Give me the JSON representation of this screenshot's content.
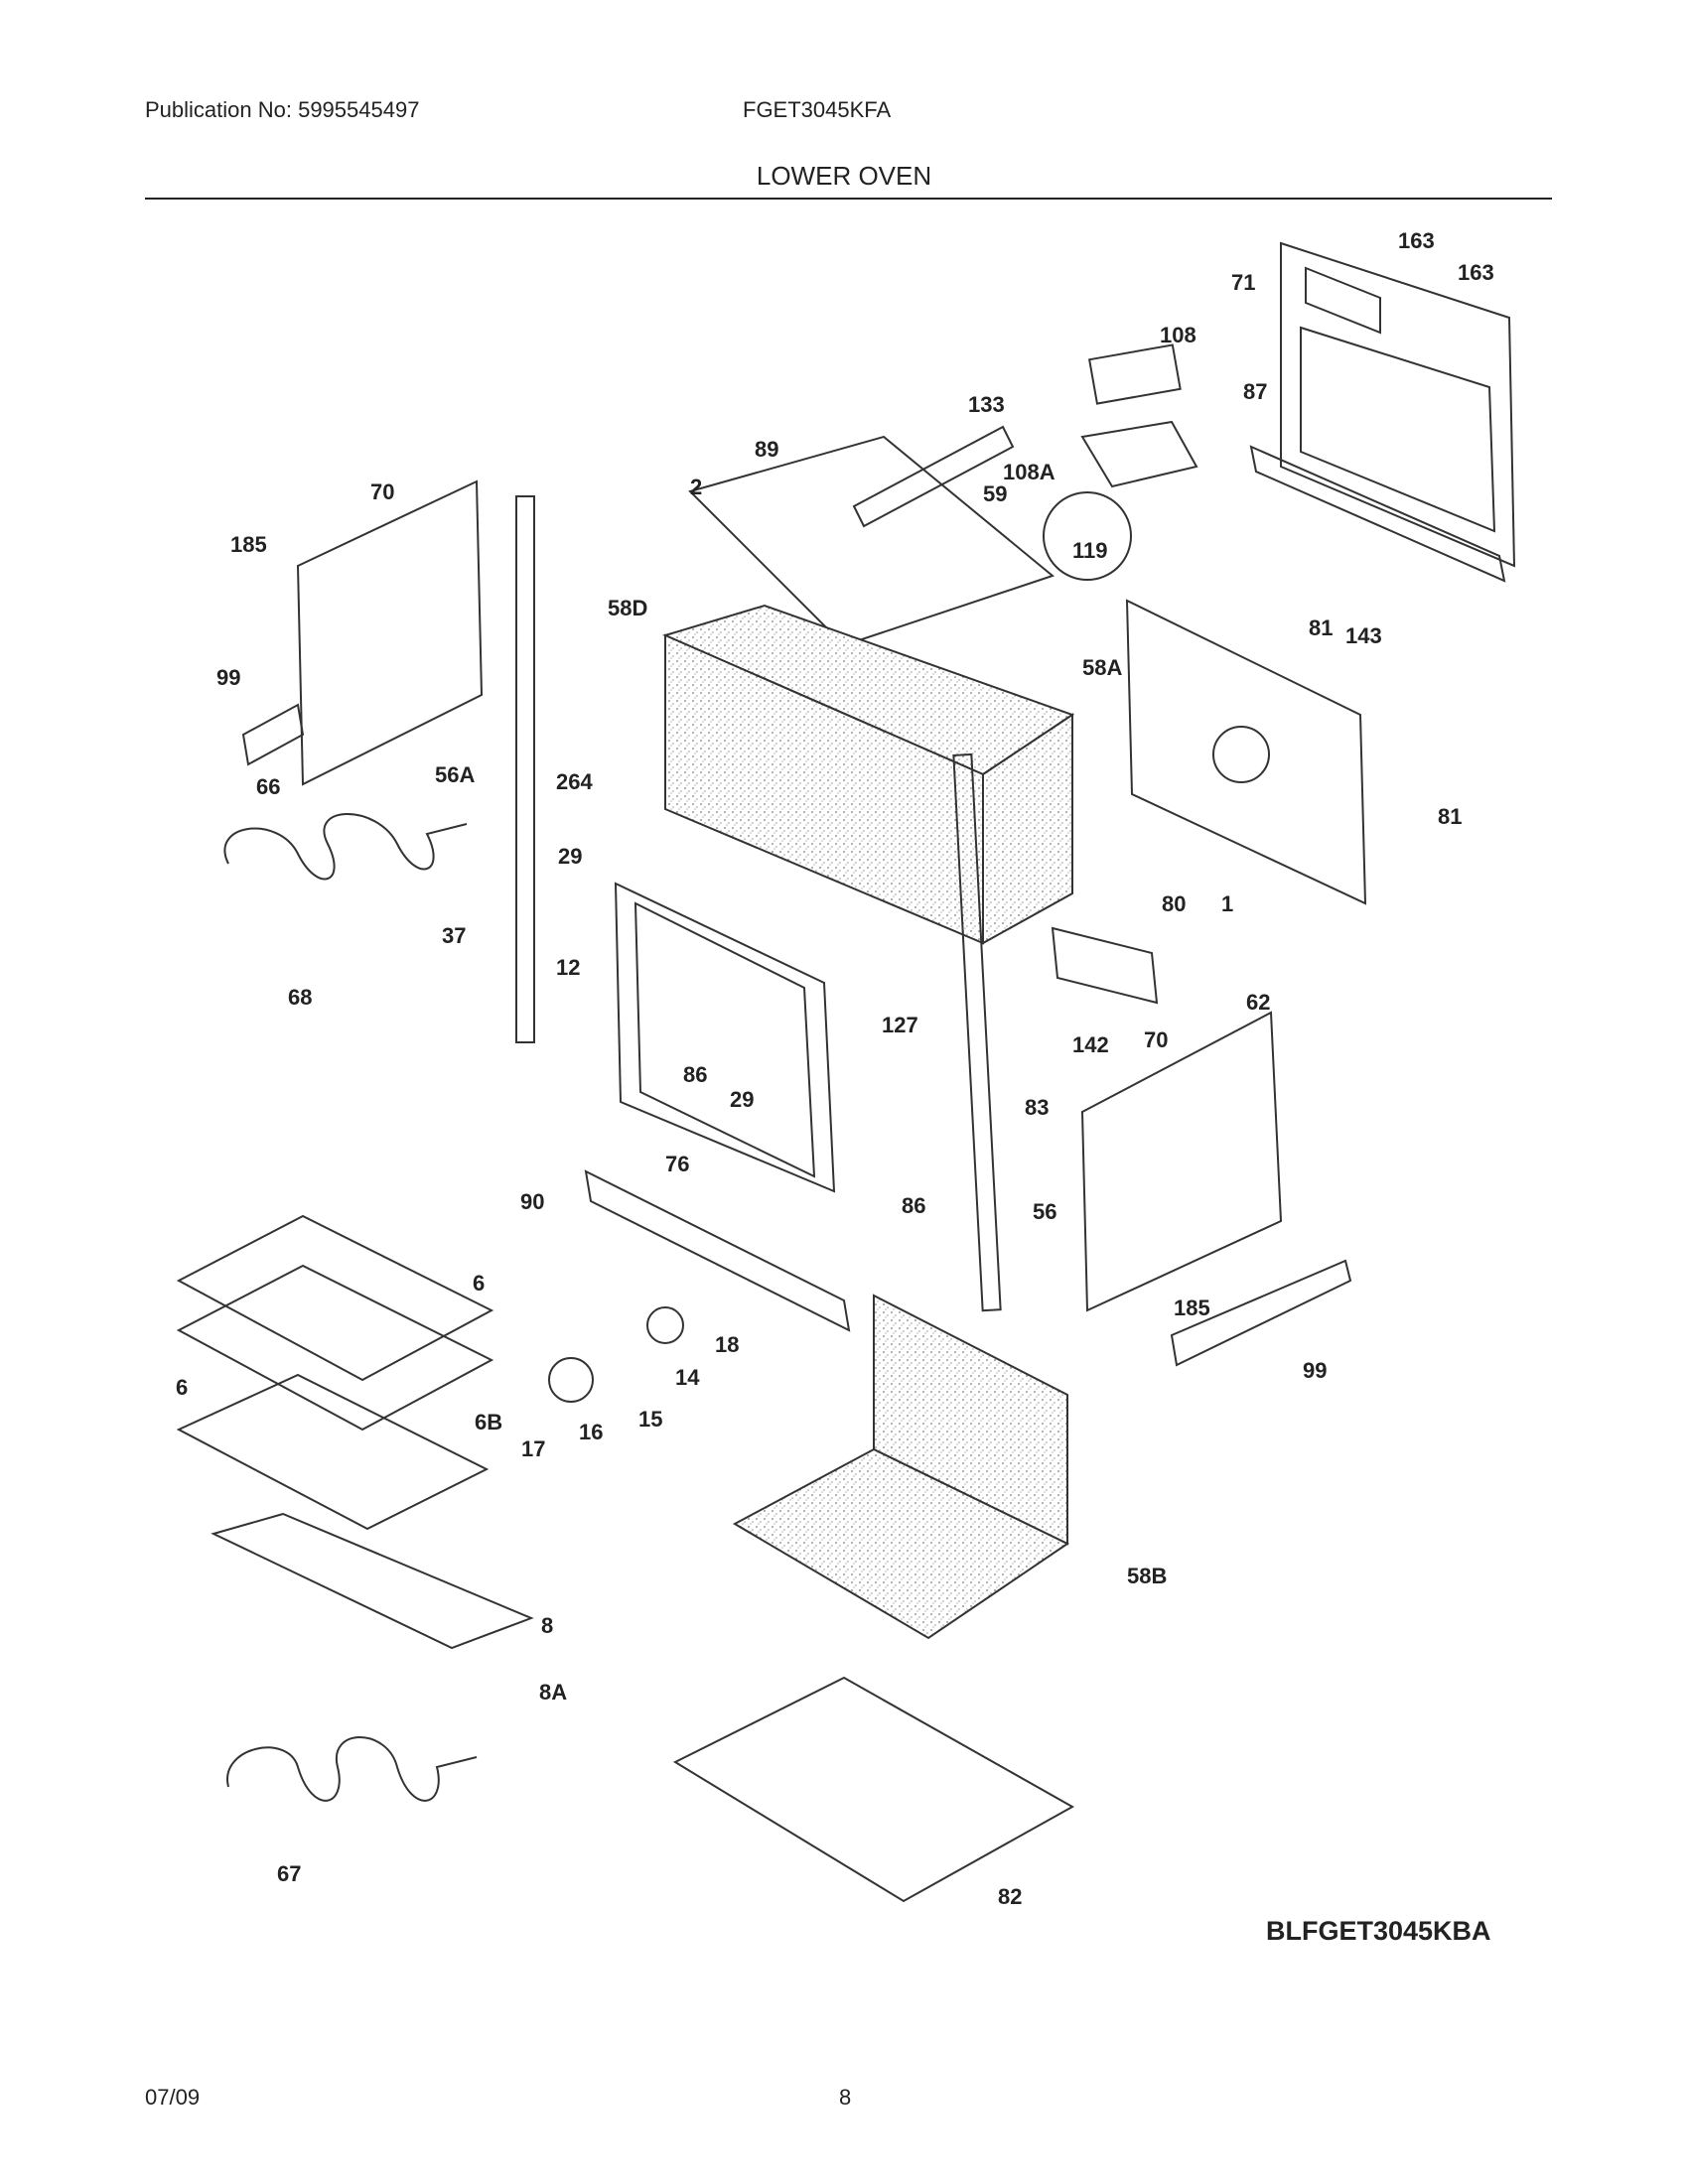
{
  "header": {
    "publication": "Publication No: 5995545497",
    "model": "FGET3045KFA",
    "section_title": "LOWER OVEN"
  },
  "diagram": {
    "callouts": [
      "163",
      "163",
      "71",
      "108",
      "87",
      "133",
      "89",
      "2",
      "108A",
      "59",
      "119",
      "70",
      "185",
      "58D",
      "81",
      "143",
      "58A",
      "99",
      "264",
      "56A",
      "66",
      "29",
      "81",
      "80",
      "1",
      "12",
      "37",
      "68",
      "127",
      "62",
      "142",
      "70",
      "86",
      "29",
      "83",
      "76",
      "86",
      "90",
      "56",
      "6",
      "185",
      "99",
      "18",
      "6",
      "14",
      "6B",
      "16",
      "15",
      "17",
      "58B",
      "8",
      "8A",
      "67",
      "82"
    ]
  },
  "footer": {
    "diagram_code": "BLFGET3045KBA",
    "date": "07/09",
    "page_number": "8"
  }
}
